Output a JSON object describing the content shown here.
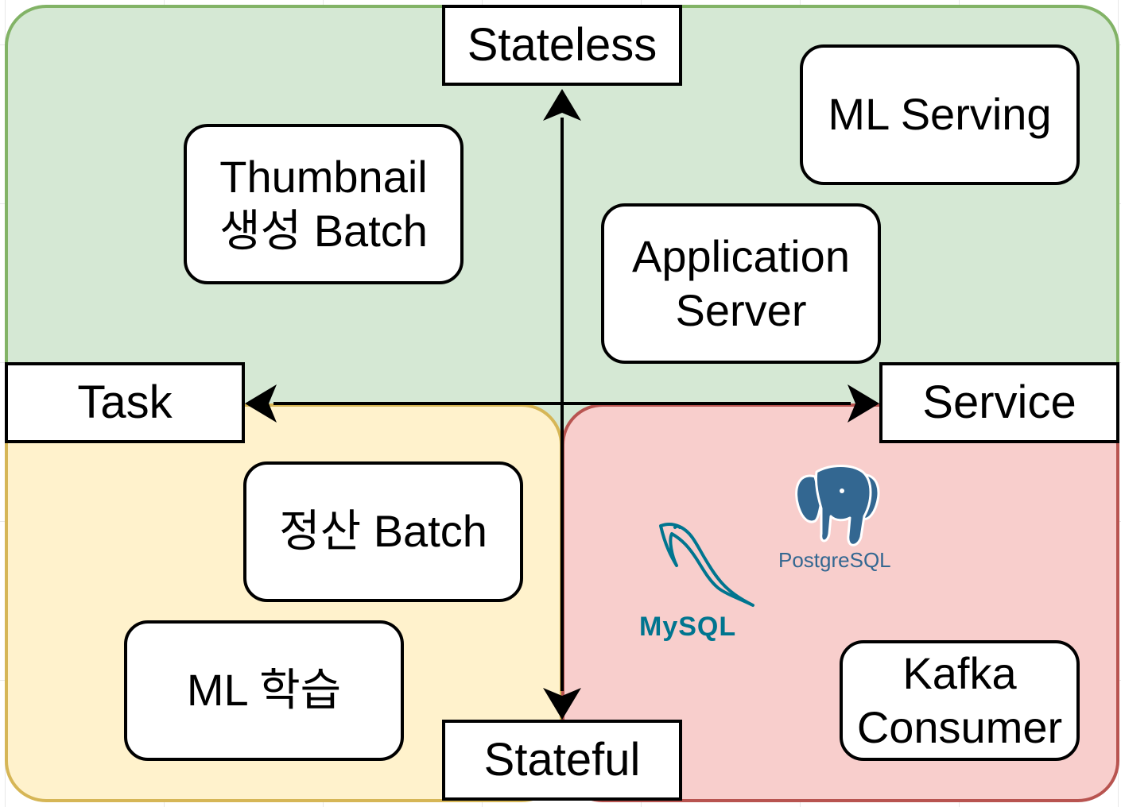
{
  "axes": {
    "top": "Stateless",
    "bottom": "Stateful",
    "left": "Task",
    "right": "Service"
  },
  "nodes": {
    "thumbnail_batch": "Thumbnail\n생성 Batch",
    "ml_serving": "ML Serving",
    "application_server": "Application\nServer",
    "settlement_batch": "정산 Batch",
    "ml_training": "ML 학습",
    "kafka_consumer": "Kafka\nConsumer"
  },
  "logos": {
    "postgresql": "PostgreSQL",
    "mysql": "MySQL"
  },
  "colors": {
    "stateless_region": "#d5e8d4",
    "task_stateful_region": "#fff2cc",
    "service_stateful_region": "#f8cecc",
    "postgres_blue": "#336791",
    "mysql_blue": "#00758f",
    "mysql_orange": "#f29111"
  }
}
